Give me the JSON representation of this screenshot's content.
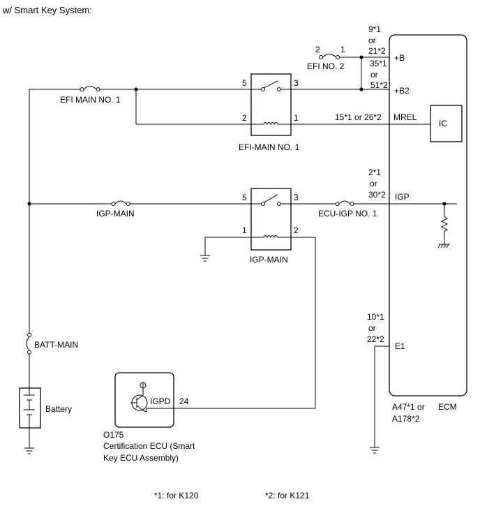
{
  "title": "w/ Smart Key System:",
  "fuses": {
    "efi_main_no1": "EFI MAIN NO. 1",
    "efi_no2": "EFI NO. 2",
    "efi_no2_pin_left": "2",
    "efi_no2_pin_right": "1",
    "igp_main": "IGP-MAIN",
    "ecu_igp_no1": "ECU-IGP NO. 1",
    "batt_main": "BATT-MAIN"
  },
  "relays": {
    "efi_main_no1": {
      "label": "EFI-MAIN NO. 1",
      "pin_5": "5",
      "pin_3": "3",
      "pin_2": "2",
      "pin_1": "1"
    },
    "igp_main": {
      "label": "IGP-MAIN",
      "pin_5": "5",
      "pin_3": "3",
      "pin_1": "1",
      "pin_2": "2"
    }
  },
  "battery": {
    "label": "Battery"
  },
  "ecm": {
    "label": "ECM",
    "connector_a": "A47*1 or",
    "connector_b": "A178*2",
    "ic_label": "IC",
    "terminals": {
      "b": {
        "name": "+B",
        "pin_line1": "9*1",
        "pin_line2": "or",
        "pin_line3": "21*2"
      },
      "b2": {
        "name": "+B2",
        "pin_line1": "35*1",
        "pin_line2": "or",
        "pin_line3": "51*2"
      },
      "mrel": {
        "name": "MREL",
        "pin": "15*1 or 26*2"
      },
      "igp": {
        "name": "IGP",
        "pin_line1": "2*1",
        "pin_line2": "or",
        "pin_line3": "30*2"
      },
      "e1": {
        "name": "E1",
        "pin_line1": "10*1",
        "pin_line2": "or",
        "pin_line3": "22*2"
      }
    }
  },
  "cert_ecu": {
    "terminal": "IGPD",
    "pin": "24",
    "connector": "O175",
    "name_line1": "Certification ECU (Smart",
    "name_line2": "Key ECU Assembly)"
  },
  "footnotes": {
    "note1": "*1: for K120",
    "note2": "*2: for K121"
  }
}
